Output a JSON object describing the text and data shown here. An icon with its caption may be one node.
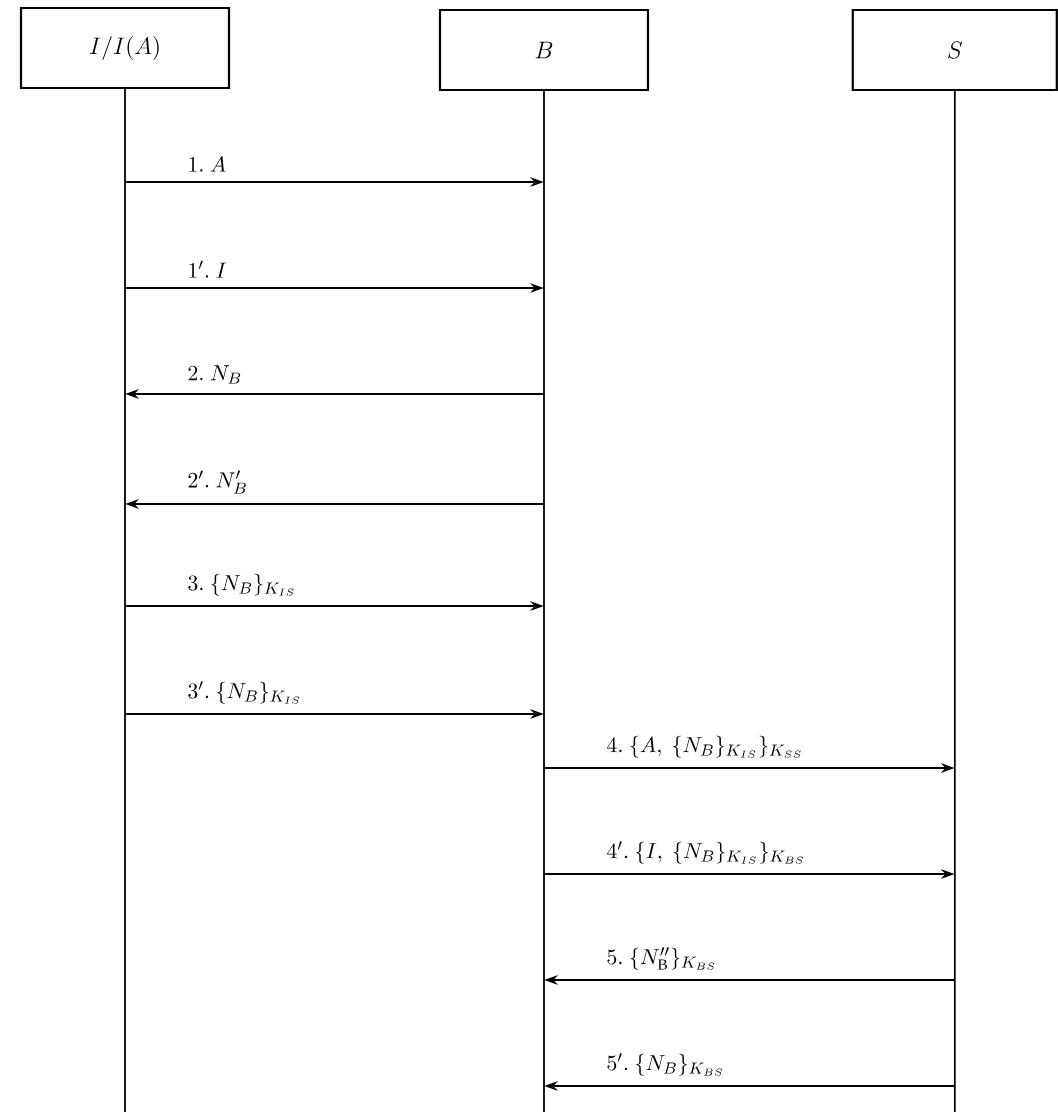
{
  "diagram": {
    "nodes": [
      {
        "text": [
          "I/I(A)"
        ]
      },
      {
        "text": [
          "B"
        ]
      },
      {
        "text": [
          "S"
        ]
      }
    ],
    "edges": [
      {
        "from": 0,
        "to": 1,
        "arrow": "to",
        "label": "1.\\ A"
      },
      {
        "from": 0,
        "to": 1,
        "arrow": "to",
        "label": "1'.\\ I"
      },
      {
        "from": 1,
        "to": 0,
        "arrow": "to",
        "label": "2.\\ N_B"
      },
      {
        "from": 1,
        "to": 0,
        "arrow": "to",
        "label": "2'.\\ N'_B"
      },
      {
        "from": 0,
        "to": 1,
        "arrow": "to",
        "label": "3.\\ \\{N_B\\}_{K_{IS}}"
      },
      {
        "from": 0,
        "to": 1,
        "arrow": "to",
        "label": "3'.\\ \\{N_B\\}_{K_{IS}}"
      },
      {
        "from": 1,
        "to": 2,
        "arrow": "to",
        "label": "4.\\ \\{A,\\ \\{N_B\\}_{K_{IS}}\\}_{K_{SS}}"
      },
      {
        "from": 1,
        "to": 2,
        "arrow": "to",
        "label": "4'.\\ \\{I,\\ \\{N_B\\}_{K_{IS}}\\}_{K_{BS}}"
      },
      {
        "from": 2,
        "to": 1,
        "arrow": "to",
        "label": "5.\\ \\{N''_{\\mathrm{B}}\\}_{K_{BS}}"
      },
      {
        "from": 2,
        "to": 1,
        "arrow": "to",
        "label": "5'.\\ \\{N_B\\}_{K_{BS}}"
      }
    ]
  }
}
